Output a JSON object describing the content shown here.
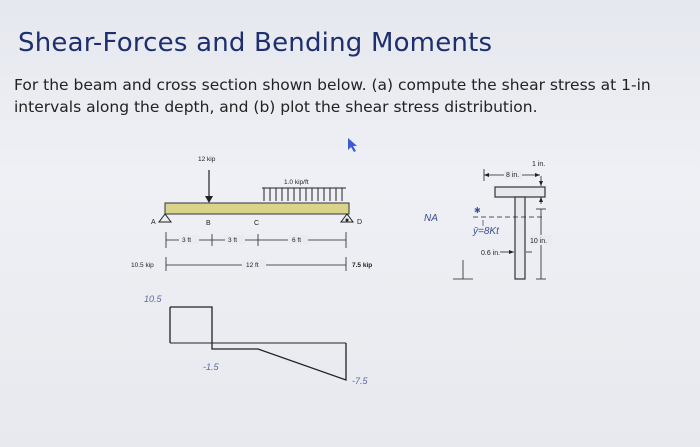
{
  "slide": {
    "title": "Shear-Forces and Bending Moments",
    "problem": "For the beam and cross section shown below. (a) compute the shear stress at 1-in intervals along the depth, and (b) plot the shear stress distribution."
  },
  "beam": {
    "point_load": "12 kip",
    "distributed_load": "1.0 kip/ft",
    "point_labels": [
      "A",
      "B",
      "C",
      "D"
    ],
    "span_labels": [
      "3 ft",
      "3 ft",
      "6 ft"
    ],
    "total_length": "12 ft",
    "reaction_left": "10.5 kip",
    "reaction_right": "7.5 kip"
  },
  "section": {
    "flange_width": "8 in.",
    "flange_thickness": "1 in.",
    "depth": "10 in.",
    "web_thickness": "0.6 in.",
    "na_label": "NA",
    "centroid_label": "ȳ=8Kt"
  },
  "shear_diagram": {
    "value_max": "10.5",
    "value_mid": "-1.5",
    "value_min": "-7.5"
  },
  "colors": {
    "title": "#1d2f6e",
    "beam": "#d9d48a",
    "handwriting": "#5a6a9a"
  }
}
